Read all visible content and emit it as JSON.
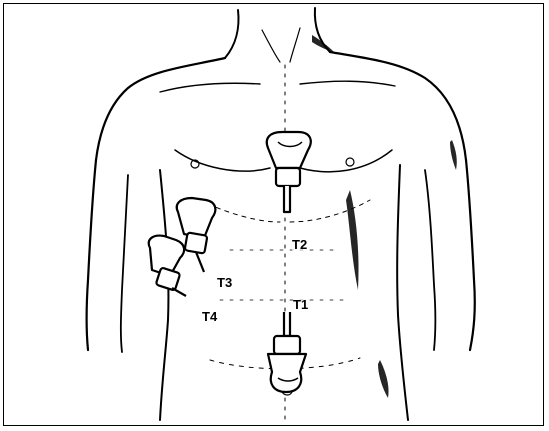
{
  "figure": {
    "labels": {
      "t1": "T1",
      "t2": "T2",
      "t3": "T3",
      "t4": "T4"
    }
  }
}
